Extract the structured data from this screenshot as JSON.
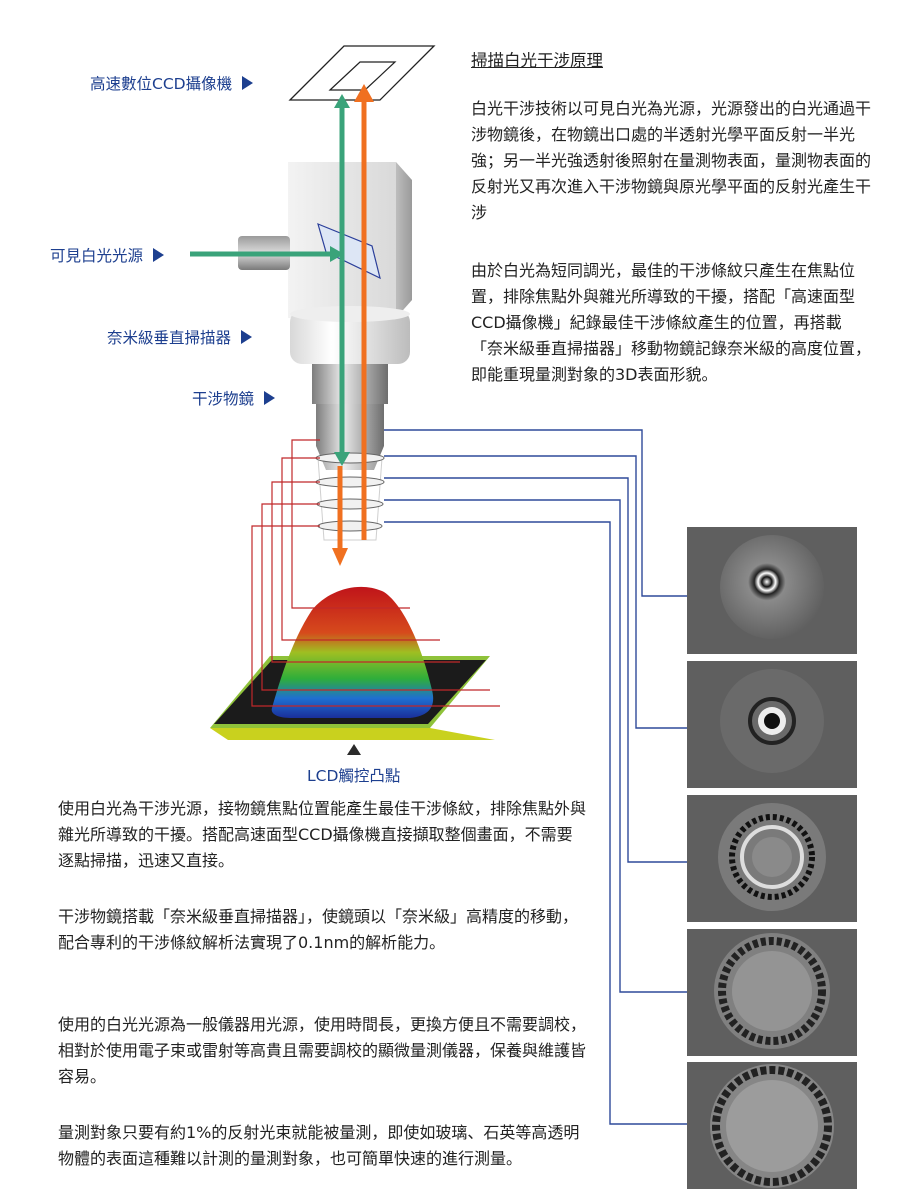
{
  "diagram": {
    "labels": {
      "camera": "高速數位CCD攝像機",
      "light_source": "可見白光光源",
      "scanner": "奈米級垂直掃描器",
      "objective": "干涉物鏡",
      "sample": "LCD觸控凸點"
    },
    "colors": {
      "label": "#1d3f8f",
      "beam_orange": "#f07020",
      "beam_green": "#3aa37a",
      "connector_blue": "#2f4a9a",
      "connector_red": "#c0282a"
    }
  },
  "principle": {
    "title": "掃描白光干涉原理",
    "para1": "白光干涉技術以可見白光為光源，光源發出的白光通過干涉物鏡後，在物鏡出口處的半透射光學平面反射一半光強；另一半光強透射後照射在量測物表面，量測物表面的反射光又再次進入干涉物鏡與原光學平面的反射光產生干涉",
    "para2": "由於白光為短同調光，最佳的干涉條紋只產生在焦點位置，排除焦點外與雜光所導致的干擾，搭配「高速面型CCD攝像機」紀錄最佳干涉條紋產生的位置，再搭載「奈米級垂直掃描器」移動物鏡記錄奈米級的高度位置，即能重現量測對象的3D表面形貌。"
  },
  "features": [
    "使用白光為干涉光源，接物鏡焦點位置能產生最佳干涉條紋，排除焦點外與雜光所導致的干擾。搭配高速面型CCD攝像機直接擷取整個畫面，不需要逐點掃描，迅速又直接。",
    "干涉物鏡搭載「奈米級垂直掃描器」，使鏡頭以「奈米級」高精度的移動，配合專利的干涉條紋解析法實現了0.1nm的解析能力。",
    "使用的白光光源為一般儀器用光源，使用時間長，更換方便且不需要調校，相對於使用電子束或雷射等高貴且需要調校的顯微量測儀器，保養與維護皆容易。",
    "量測對象只要有約1%的反射光束就能被量測，即使如玻璃、石英等高透明物體的表面這種難以計測的量測對象，也可簡單快速的進行測量。"
  ]
}
